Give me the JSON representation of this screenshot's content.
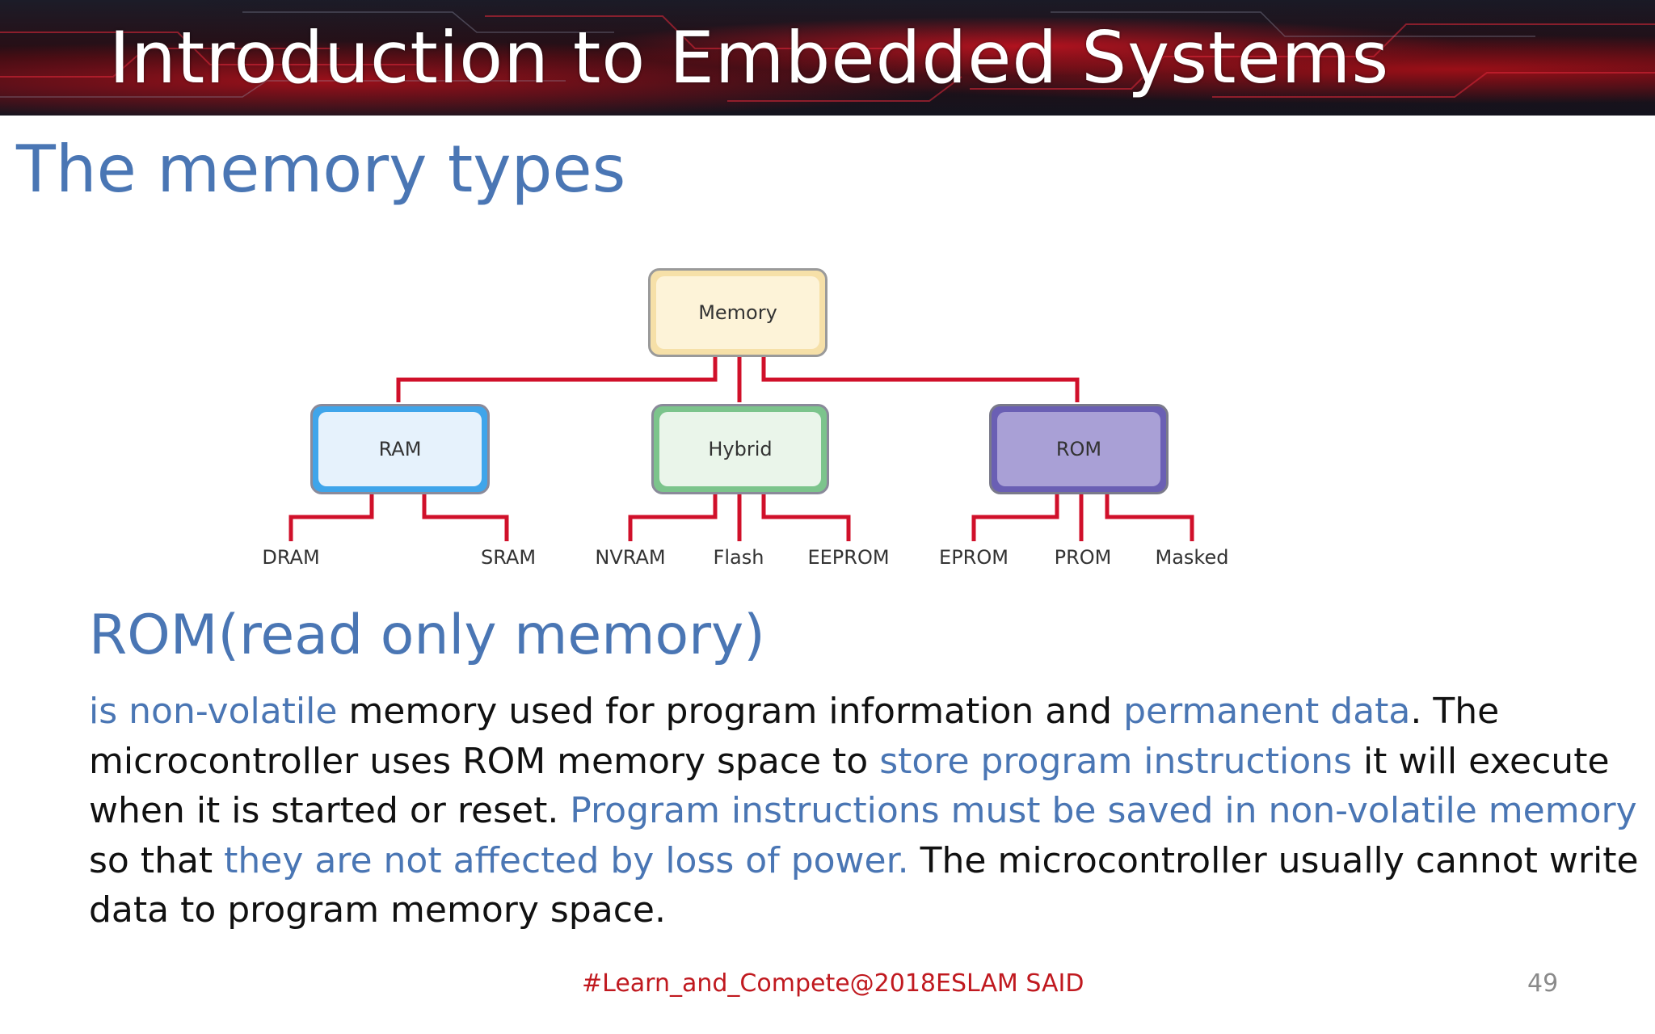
{
  "header": {
    "title": "Introduction to Embedded Systems"
  },
  "slide": {
    "title": "The memory types"
  },
  "diagram": {
    "root": "Memory",
    "branches": [
      {
        "label": "RAM",
        "children": [
          "DRAM",
          "SRAM"
        ]
      },
      {
        "label": "Hybrid",
        "children": [
          "NVRAM",
          "Flash",
          "EEPROM"
        ]
      },
      {
        "label": "ROM",
        "children": [
          "EPROM",
          "PROM",
          "Masked"
        ]
      }
    ]
  },
  "section": {
    "heading": "ROM(read only memory)",
    "segments": [
      {
        "text": "is non-volatile",
        "highlight": true
      },
      {
        "text": " memory used for program information and ",
        "highlight": false
      },
      {
        "text": "permanent data",
        "highlight": true
      },
      {
        "text": ". The microcontroller uses ROM memory space to ",
        "highlight": false
      },
      {
        "text": "store program instructions",
        "highlight": true
      },
      {
        "text": " it will execute when it is started or reset. ",
        "highlight": false
      },
      {
        "text": "Program instructions must be saved in non-volatile memory",
        "highlight": true
      },
      {
        "text": " so that ",
        "highlight": false
      },
      {
        "text": "they are not affected by loss of power.",
        "highlight": true
      },
      {
        "text": " The microcontroller usually cannot write data to program memory space.",
        "highlight": false
      }
    ]
  },
  "footer": {
    "tag": "#Learn_and_Compete@2018",
    "author": "ESLAM SAID",
    "page_number": "49"
  },
  "colors": {
    "accent_blue": "#4a76b4",
    "connector_red": "#d0102a",
    "footer_red": "#c0191f",
    "memory_box": "#fdf3d8",
    "ram_box": "#e6f2fc",
    "hybrid_box": "#eaf5ea",
    "rom_box": "#a9a0d6"
  }
}
